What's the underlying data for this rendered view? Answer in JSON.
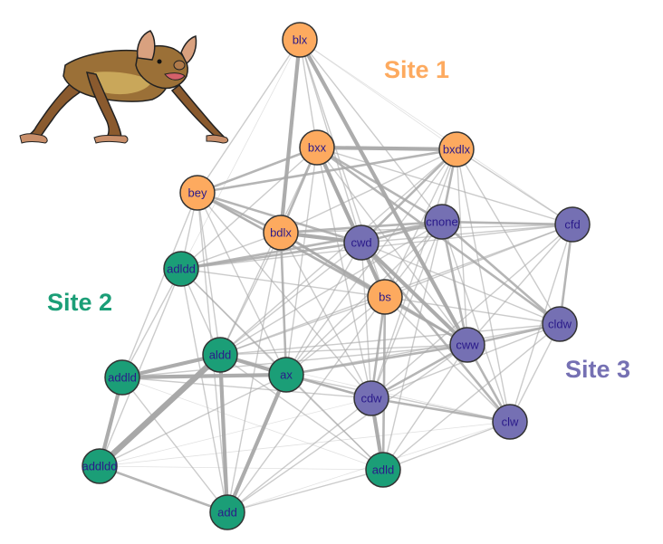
{
  "title": "Bat social network across three sites",
  "illustration": {
    "subject": "bat",
    "name": "bat-illustration"
  },
  "groups": [
    {
      "id": "site1",
      "label": "Site 1",
      "color": "#fdaa5f"
    },
    {
      "id": "site2",
      "label": "Site 2",
      "color": "#1b9e77"
    },
    {
      "id": "site3",
      "label": "Site 3",
      "color": "#7570b3"
    }
  ],
  "colors": {
    "edge": "#a8a8a8",
    "node_stroke": "#333333",
    "node_label": "#2a1a8a",
    "site1_text": "#fdaa5f",
    "site2_text": "#1b9e77",
    "site3_text": "#7570b3"
  },
  "nodes": [
    {
      "id": "blx",
      "group": "site1"
    },
    {
      "id": "bxx",
      "group": "site1"
    },
    {
      "id": "bxdlx",
      "group": "site1"
    },
    {
      "id": "bey",
      "group": "site1"
    },
    {
      "id": "bdlx",
      "group": "site1"
    },
    {
      "id": "bs",
      "group": "site1"
    },
    {
      "id": "adldd",
      "group": "site2"
    },
    {
      "id": "addld",
      "group": "site2"
    },
    {
      "id": "aldd",
      "group": "site2"
    },
    {
      "id": "ax",
      "group": "site2"
    },
    {
      "id": "addldd",
      "group": "site2"
    },
    {
      "id": "add",
      "group": "site2"
    },
    {
      "id": "adld",
      "group": "site2"
    },
    {
      "id": "cwd",
      "group": "site3"
    },
    {
      "id": "cnone",
      "group": "site3"
    },
    {
      "id": "cfd",
      "group": "site3"
    },
    {
      "id": "cldw",
      "group": "site3"
    },
    {
      "id": "cww",
      "group": "site3"
    },
    {
      "id": "cdw",
      "group": "site3"
    },
    {
      "id": "clw",
      "group": "site3"
    }
  ],
  "edges": [
    [
      "blx",
      "bdlx",
      3
    ],
    [
      "blx",
      "cww",
      3
    ],
    [
      "blx",
      "bxx",
      1
    ],
    [
      "blx",
      "bey",
      1
    ],
    [
      "blx",
      "cnone",
      1
    ],
    [
      "blx",
      "bxdlx",
      0
    ],
    [
      "blx",
      "cwd",
      1
    ],
    [
      "blx",
      "bs",
      1
    ],
    [
      "blx",
      "adldd",
      0
    ],
    [
      "blx",
      "cfd",
      0
    ],
    [
      "bxx",
      "bxdlx",
      3
    ],
    [
      "bxx",
      "bey",
      2
    ],
    [
      "bxx",
      "bs",
      3
    ],
    [
      "bxx",
      "cnone",
      2
    ],
    [
      "bxx",
      "cwd",
      2
    ],
    [
      "bxx",
      "bdlx",
      2
    ],
    [
      "bxx",
      "cldw",
      2
    ],
    [
      "bxx",
      "adldd",
      1
    ],
    [
      "bxx",
      "aldd",
      1
    ],
    [
      "bxx",
      "ax",
      1
    ],
    [
      "bxx",
      "cfd",
      1
    ],
    [
      "bxx",
      "cdw",
      1
    ],
    [
      "bxx",
      "cww",
      1
    ],
    [
      "bxdlx",
      "bey",
      2
    ],
    [
      "bxdlx",
      "cnone",
      2
    ],
    [
      "bxdlx",
      "cwd",
      2
    ],
    [
      "bxdlx",
      "cfd",
      1
    ],
    [
      "bxdlx",
      "cldw",
      1
    ],
    [
      "bxdlx",
      "cww",
      1
    ],
    [
      "bxdlx",
      "cdw",
      1
    ],
    [
      "bxdlx",
      "bs",
      1
    ],
    [
      "bxdlx",
      "ax",
      1
    ],
    [
      "bxdlx",
      "aldd",
      1
    ],
    [
      "bxdlx",
      "clw",
      1
    ],
    [
      "bxdlx",
      "bdlx",
      1
    ],
    [
      "bey",
      "bdlx",
      2
    ],
    [
      "bey",
      "cwd",
      2
    ],
    [
      "bey",
      "adldd",
      1
    ],
    [
      "bey",
      "bs",
      2
    ],
    [
      "bey",
      "aldd",
      1
    ],
    [
      "bey",
      "ax",
      1
    ],
    [
      "bey",
      "addld",
      1
    ],
    [
      "bey",
      "cdw",
      1
    ],
    [
      "bey",
      "cww",
      1
    ],
    [
      "bey",
      "add",
      1
    ],
    [
      "bdlx",
      "cwd",
      3
    ],
    [
      "bdlx",
      "cnone",
      2
    ],
    [
      "bdlx",
      "bs",
      2
    ],
    [
      "bdlx",
      "adldd",
      1
    ],
    [
      "bdlx",
      "aldd",
      1
    ],
    [
      "bdlx",
      "ax",
      2
    ],
    [
      "bdlx",
      "cww",
      2
    ],
    [
      "bdlx",
      "cdw",
      1
    ],
    [
      "bdlx",
      "add",
      1
    ],
    [
      "bdlx",
      "cfd",
      1
    ],
    [
      "cwd",
      "cnone",
      2
    ],
    [
      "cwd",
      "bs",
      2
    ],
    [
      "cwd",
      "cww",
      3
    ],
    [
      "cwd",
      "clw",
      2
    ],
    [
      "cwd",
      "adldd",
      2
    ],
    [
      "cwd",
      "cdw",
      1
    ],
    [
      "cwd",
      "ax",
      1
    ],
    [
      "cwd",
      "aldd",
      1
    ],
    [
      "cwd",
      "cldw",
      1
    ],
    [
      "cwd",
      "cfd",
      1
    ],
    [
      "cnone",
      "cfd",
      2
    ],
    [
      "cnone",
      "cldw",
      2
    ],
    [
      "cnone",
      "cww",
      2
    ],
    [
      "cnone",
      "bs",
      1
    ],
    [
      "cnone",
      "adldd",
      2
    ],
    [
      "cnone",
      "cdw",
      1
    ],
    [
      "cnone",
      "ax",
      1
    ],
    [
      "cnone",
      "aldd",
      1
    ],
    [
      "cnone",
      "clw",
      1
    ],
    [
      "cnone",
      "adld",
      1
    ],
    [
      "cfd",
      "cldw",
      2
    ],
    [
      "cfd",
      "cww",
      1
    ],
    [
      "cfd",
      "adldd",
      1
    ],
    [
      "cfd",
      "aldd",
      1
    ],
    [
      "cfd",
      "cdw",
      1
    ],
    [
      "cfd",
      "clw",
      1
    ],
    [
      "cfd",
      "bs",
      1
    ],
    [
      "cldw",
      "cww",
      2
    ],
    [
      "cldw",
      "clw",
      1
    ],
    [
      "cldw",
      "cdw",
      1
    ],
    [
      "cldw",
      "ax",
      1
    ],
    [
      "cldw",
      "aldd",
      1
    ],
    [
      "cldw",
      "adld",
      1
    ],
    [
      "cldw",
      "bs",
      1
    ],
    [
      "cww",
      "clw",
      2
    ],
    [
      "cww",
      "cdw",
      2
    ],
    [
      "cww",
      "ax",
      2
    ],
    [
      "cww",
      "aldd",
      1
    ],
    [
      "cww",
      "adld",
      1
    ],
    [
      "cww",
      "add",
      1
    ],
    [
      "cww",
      "bs",
      2
    ],
    [
      "cww",
      "addld",
      1
    ],
    [
      "bs",
      "cdw",
      2
    ],
    [
      "bs",
      "adld",
      2
    ],
    [
      "bs",
      "ax",
      1
    ],
    [
      "bs",
      "aldd",
      1
    ],
    [
      "bs",
      "adldd",
      1
    ],
    [
      "bs",
      "clw",
      1
    ],
    [
      "bs",
      "add",
      1
    ],
    [
      "cdw",
      "adld",
      3
    ],
    [
      "cdw",
      "clw",
      2
    ],
    [
      "cdw",
      "ax",
      2
    ],
    [
      "cdw",
      "aldd",
      1
    ],
    [
      "cdw",
      "add",
      1
    ],
    [
      "cdw",
      "addld",
      1
    ],
    [
      "cdw",
      "addldd",
      0
    ],
    [
      "clw",
      "adld",
      1
    ],
    [
      "clw",
      "ax",
      1
    ],
    [
      "clw",
      "aldd",
      0
    ],
    [
      "clw",
      "add",
      0
    ],
    [
      "clw",
      "addldd",
      0
    ],
    [
      "adldd",
      "addld",
      1
    ],
    [
      "adldd",
      "aldd",
      1
    ],
    [
      "adldd",
      "ax",
      1
    ],
    [
      "adldd",
      "addldd",
      1
    ],
    [
      "adldd",
      "add",
      1
    ],
    [
      "adldd",
      "adld",
      1
    ],
    [
      "addld",
      "aldd",
      3
    ],
    [
      "addld",
      "ax",
      3
    ],
    [
      "addld",
      "addldd",
      3
    ],
    [
      "addld",
      "add",
      1
    ],
    [
      "addld",
      "adld",
      0
    ],
    [
      "aldd",
      "ax",
      3
    ],
    [
      "aldd",
      "addldd",
      4
    ],
    [
      "aldd",
      "add",
      3
    ],
    [
      "aldd",
      "adld",
      1
    ],
    [
      "ax",
      "add",
      3
    ],
    [
      "ax",
      "adld",
      1
    ],
    [
      "ax",
      "addldd",
      1
    ],
    [
      "addldd",
      "add",
      2
    ],
    [
      "addldd",
      "adld",
      0
    ],
    [
      "add",
      "adld",
      1
    ]
  ]
}
